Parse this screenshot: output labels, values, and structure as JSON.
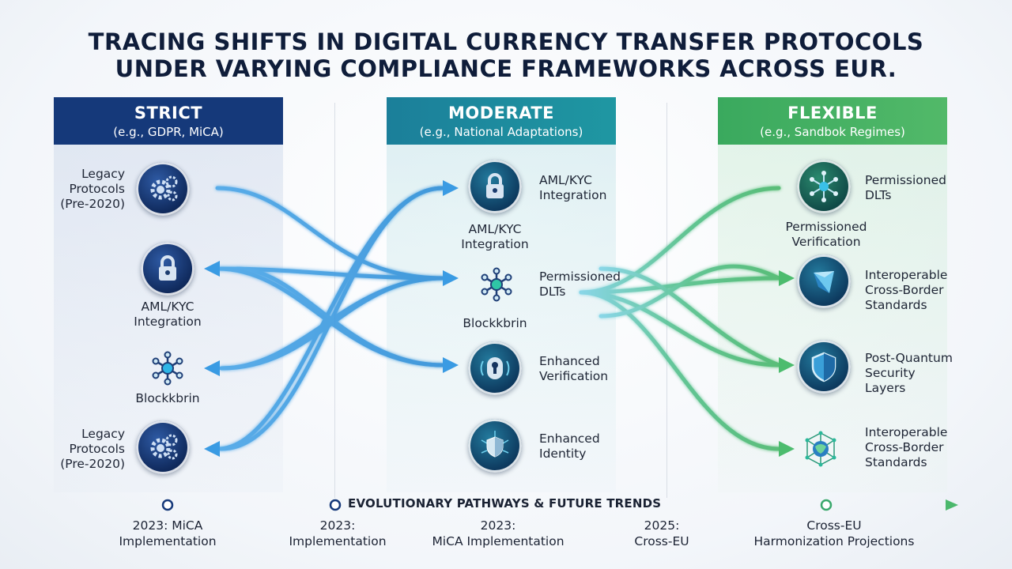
{
  "title": {
    "line1": "TRACING SHIFTS IN DIGITAL CURRENCY TRANSFER PROTOCOLS",
    "line2": "UNDER VARYING COMPLIANCE FRAMEWORKS ACROSS EUR."
  },
  "columns": {
    "strict": {
      "title": "STRICT",
      "subtitle": "(e.g., GDPR, MiCA)",
      "color": "#15397a"
    },
    "moderate": {
      "title": "MODERATE",
      "subtitle": "(e.g., National Adaptations)",
      "color": "#1f8fa0"
    },
    "flexible": {
      "title": "FLEXIBLE",
      "subtitle": "(e.g., Sandbok Regimes)",
      "color": "#4bb465"
    }
  },
  "strict_nodes": [
    {
      "label": [
        "Legacy",
        "Protocols",
        "(Pre-2020)"
      ],
      "icon": "gears-icon"
    },
    {
      "label": [
        "AML/KYC",
        "Integration"
      ],
      "icon": "padlock-icon"
    },
    {
      "label": [
        "Blockkbrin"
      ],
      "icon": "network-icon"
    },
    {
      "label": [
        "Legacy",
        "Protocols",
        "(Pre-2020)"
      ],
      "icon": "gears-icon"
    }
  ],
  "moderate_nodes": [
    {
      "label": [
        "AML/KYC",
        "Integration"
      ],
      "sub": [
        "AML/KYC",
        "Integration"
      ],
      "icon": "padlock-icon"
    },
    {
      "label": [
        "Permissioned",
        "DLTs"
      ],
      "sub": [
        "Blockkbrin"
      ],
      "icon": "network-icon"
    },
    {
      "label": [
        "Enhanced",
        "Verification"
      ],
      "icon": "keyhole-icon"
    },
    {
      "label": [
        "Enhanced",
        "Identity"
      ],
      "icon": "shield-network-icon"
    }
  ],
  "flexible_nodes": [
    {
      "label": [
        "Permissioned",
        "DLTs"
      ],
      "sub": [
        "Permissioned",
        "Verification"
      ],
      "icon": "network-icon"
    },
    {
      "label": [
        "Interoperable",
        "Cross-Border",
        "Standards"
      ],
      "icon": "crystal-icon"
    },
    {
      "label": [
        "Post-Quantum",
        "Security",
        "Layers"
      ],
      "icon": "shield-icon"
    },
    {
      "label": [
        "Interoperable",
        "Cross-Border",
        "Standards"
      ],
      "icon": "globe-network-icon"
    }
  ],
  "timeline": {
    "heading": "EVOLUTIONARY PATHWAYS & FUTURE TRENDS",
    "entries": [
      {
        "line1": "2023: MiCA",
        "line2": "Implementation"
      },
      {
        "line1": "2023:",
        "line2": "Implementation"
      },
      {
        "line1": "2023:",
        "line2": "MiCA Implementation"
      },
      {
        "line1": "2025:",
        "line2": "Cross-EU"
      },
      {
        "line1": "Cross-EU",
        "line2": "Harmonization Projections"
      }
    ]
  },
  "colors": {
    "blue_flow": "#3aa0e6",
    "green_flow": "#4cc07a",
    "navy": "#15397a"
  }
}
